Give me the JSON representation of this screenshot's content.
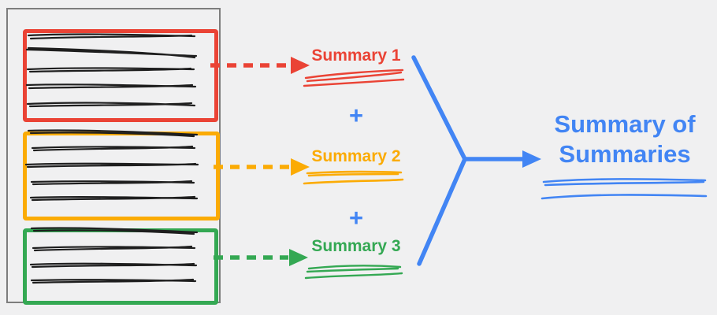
{
  "colors": {
    "red": "#EA4335",
    "orange": "#FBAB04",
    "green": "#34A853",
    "blue": "#4285F4",
    "ink": "#1E1E1E",
    "doc-border": "#7D7D7D",
    "bg": "#F0F0F1"
  },
  "document": {
    "sections": [
      {
        "id": "section-1",
        "color": "red",
        "scribble_line_count": 5
      },
      {
        "id": "section-2",
        "color": "orange",
        "scribble_line_count": 5
      },
      {
        "id": "section-3",
        "color": "green",
        "scribble_line_count": 4
      }
    ]
  },
  "summaries": [
    {
      "label": "Summary 1",
      "color": "red"
    },
    {
      "label": "Summary 2",
      "color": "orange"
    },
    {
      "label": "Summary 3",
      "color": "green"
    }
  ],
  "operators": {
    "plus": "+"
  },
  "output": {
    "label": "Summary of Summaries",
    "color": "blue"
  }
}
